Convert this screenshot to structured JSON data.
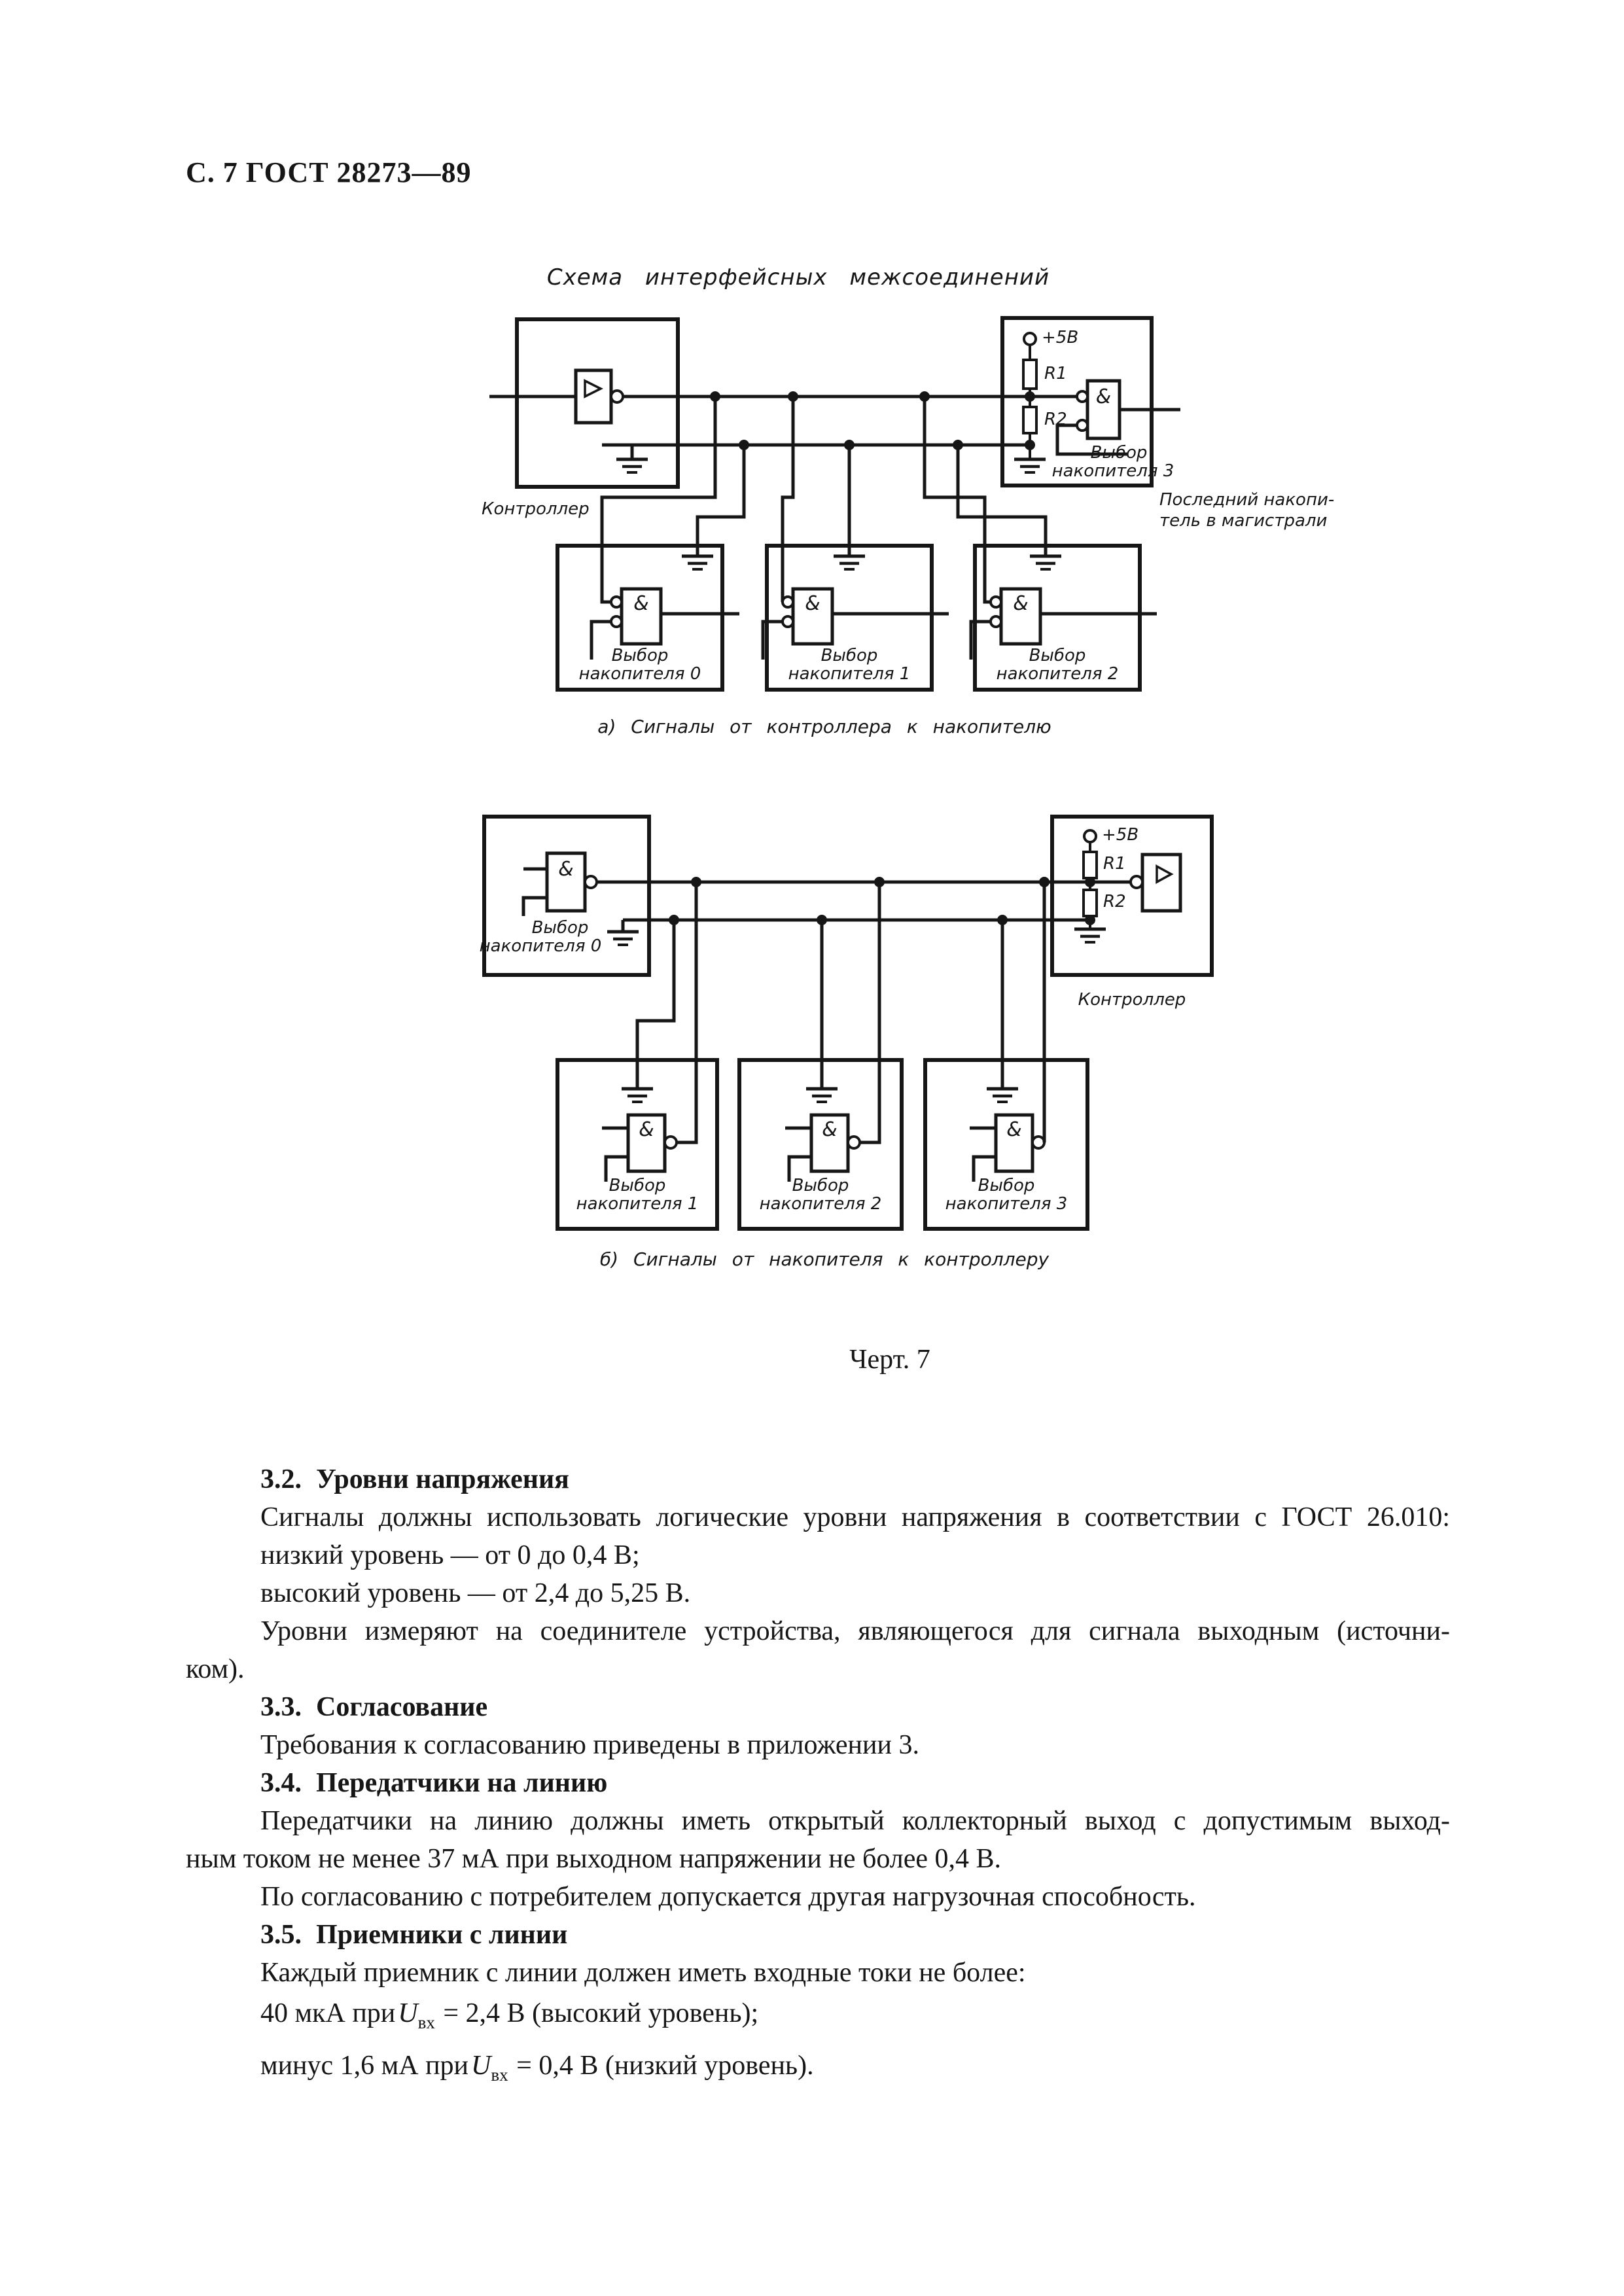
{
  "page": {
    "header": "С. 7 ГОСТ 28273—89",
    "chart_caption": "Черт. 7"
  },
  "figure": {
    "title": "Схема интерфейсных межсоединений",
    "amp": "&",
    "a": {
      "caption": "а) Сигналы от контроллера к накопителю",
      "controller": "Контроллер",
      "power": "+5В",
      "r1": "R1",
      "r2": "R2",
      "select3": {
        "l1": "Выбор",
        "l2": "накопителя 3"
      },
      "last_note": {
        "l1": "Последний накопи-",
        "l2": "тель в магистрали"
      },
      "drives": [
        {
          "l1": "Выбор",
          "l2": "накопителя 0"
        },
        {
          "l1": "Выбор",
          "l2": "накопителя 1"
        },
        {
          "l1": "Выбор",
          "l2": "накопителя 2"
        }
      ]
    },
    "b": {
      "caption": "б) Сигналы от накопителя к контроллеру",
      "controller": "Контроллер",
      "power": "+5В",
      "r1": "R1",
      "r2": "R2",
      "select0": {
        "l1": "Выбор",
        "l2": "накопителя 0"
      },
      "drives": [
        {
          "l1": "Выбор",
          "l2": "накопителя 1"
        },
        {
          "l1": "Выбор",
          "l2": "накопителя 2"
        },
        {
          "l1": "Выбор",
          "l2": "накопителя 3"
        }
      ]
    }
  },
  "text": {
    "s32": {
      "num": "3.2.",
      "title": "Уровни напряжения"
    },
    "s33": {
      "num": "3.3.",
      "title": "Согласование"
    },
    "s34": {
      "num": "3.4.",
      "title": "Передатчики на линию"
    },
    "s35": {
      "num": "3.5.",
      "title": "Приемники с линии"
    },
    "p1": "Сигналы должны использовать логические уровни напряжения в соответствии с ГОСТ 26.010:",
    "p2": "низкий уровень — от 0 до 0,4 В;",
    "p3": "высокий уровень — от 2,4 до 5,25 В.",
    "p4": "Уровни измеряют на соединителе устройства, являющегося для сигнала выходным (источни-",
    "p5": "ком).",
    "p6": "Требования к согласованию приведены в приложении 3.",
    "p7": "Передатчики на линию должны иметь открытый коллекторный выход с допустимым выход-",
    "p8": "ным током не менее 37 мА при выходном напряжении не более 0,4 В.",
    "p9": "По согласованию с потребителем допускается другая нагрузочная способность.",
    "p10": "Каждый приемник с линии должен иметь входные токи не более:",
    "f1": {
      "pre": "40 мкА при",
      "u": "U",
      "sub": "вх",
      "post": " = 2,4 В (высокий уровень);"
    },
    "f2": {
      "pre": "минус 1,6 мА при",
      "u": "U",
      "sub": "вх",
      "post": " = 0,4 В (низкий уровень)."
    }
  }
}
